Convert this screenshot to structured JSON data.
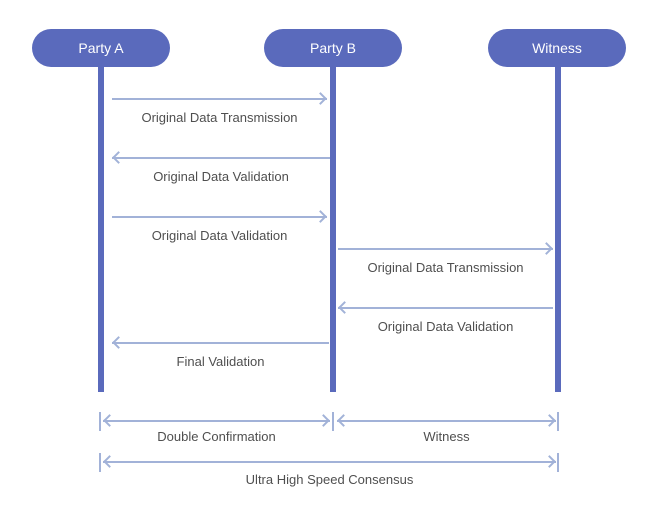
{
  "diagram": {
    "actors": [
      {
        "label": "Party A"
      },
      {
        "label": "Party B"
      },
      {
        "label": "Witness"
      }
    ],
    "messages": [
      {
        "from": "Party A",
        "to": "Party B",
        "direction": "right",
        "label": "Original Data Transmission"
      },
      {
        "from": "Party B",
        "to": "Party A",
        "direction": "left",
        "label": "Original Data Validation"
      },
      {
        "from": "Party A",
        "to": "Party B",
        "direction": "right",
        "label": "Original Data Validation"
      },
      {
        "from": "Party B",
        "to": "Witness",
        "direction": "right",
        "label": "Original Data Transmission"
      },
      {
        "from": "Witness",
        "to": "Party B",
        "direction": "left",
        "label": "Original Data Validation"
      },
      {
        "from": "Party B",
        "to": "Party A",
        "direction": "left",
        "label": "Final Validation"
      }
    ],
    "spans": [
      {
        "between": [
          "Party A",
          "Party B"
        ],
        "label": "Double Confirmation"
      },
      {
        "between": [
          "Party B",
          "Witness"
        ],
        "label": "Witness"
      },
      {
        "between": [
          "Party A",
          "Witness"
        ],
        "label": "Ultra High Speed Consensus"
      }
    ],
    "colors": {
      "actor": "#5a6abc",
      "arrow": "#a2b2d8",
      "label": "#4f4f4f",
      "background": "#ffffff"
    }
  }
}
